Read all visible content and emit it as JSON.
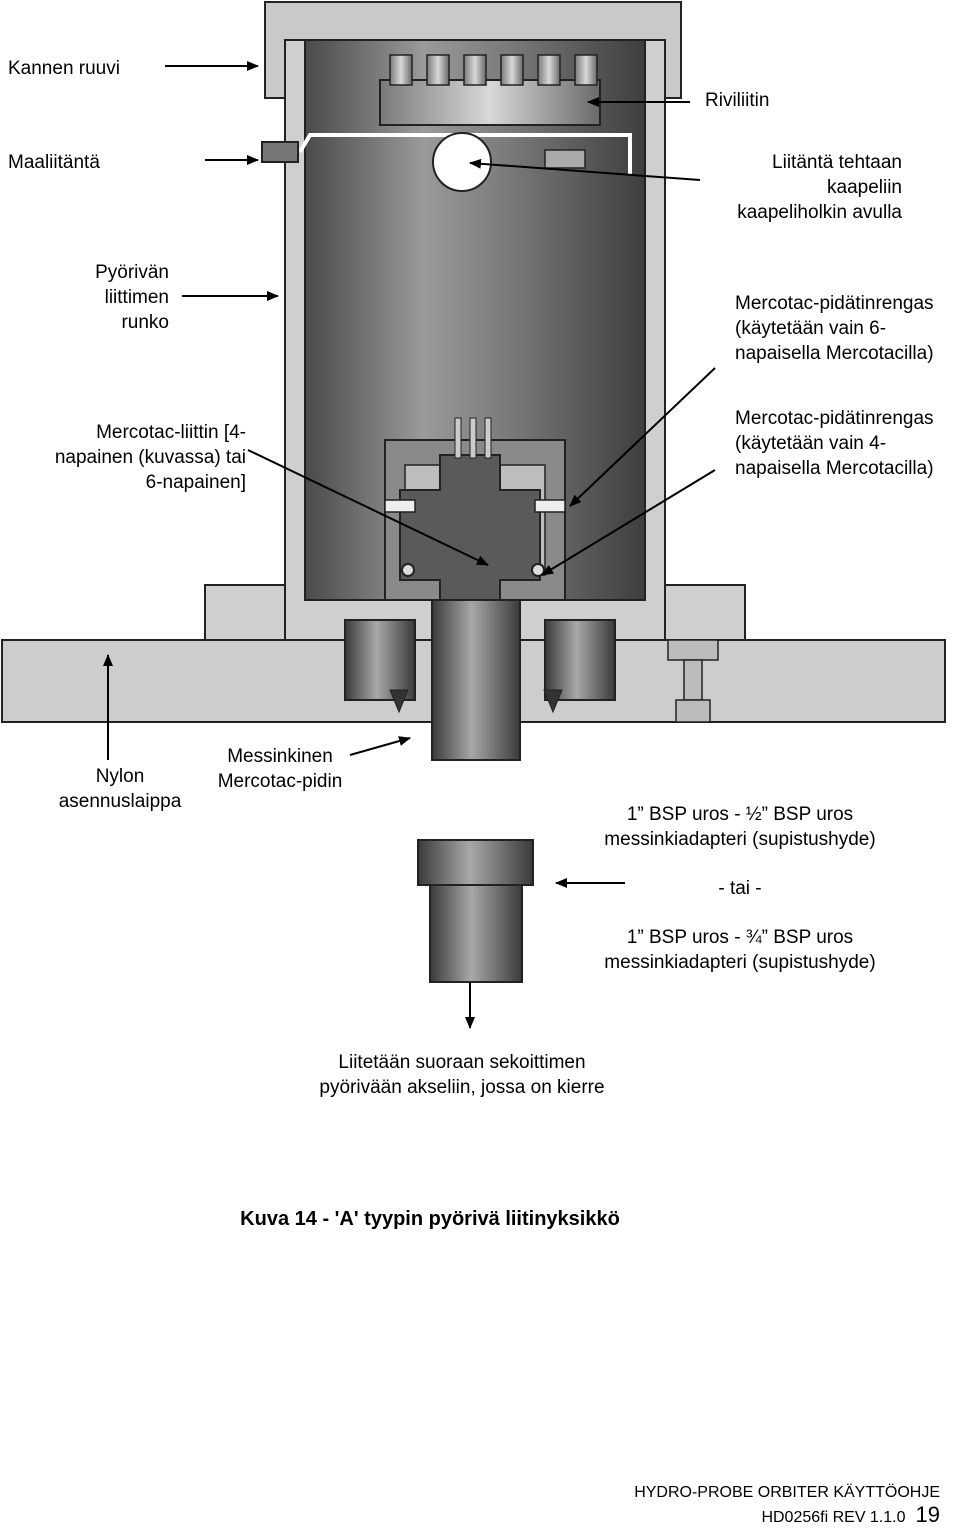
{
  "labels": {
    "kannen_ruuvi": "Kannen ruuvi",
    "maaliitanta": "Maaliitäntä",
    "pyorivan_runko": "Pyörivän\nliittimen\nrunko",
    "mercotac_liittin": "Mercotac-liittin [4-\nnapainen (kuvassa) tai\n6-napainen]",
    "riviliitin": "Riviliitin",
    "liitanta_kaapeli": "Liitäntä tehtaan\nkaapeliin\nkaapeliholkin avulla",
    "pidatinrengas_6": "Mercotac-pidätinrengas\n(käytetään vain 6-\nnapaisella Mercotacilla)",
    "pidatinrengas_4": "Mercotac-pidätinrengas\n(käytetään vain 4-\nnapaisella Mercotacilla)",
    "nylon": "Nylon\nasennuslaippa",
    "messinkinen": "Messinkinen\nMercotac-pidin",
    "adapter_half": "1” BSP uros - ½” BSP uros\nmessinkiadapteri (supistushyde)",
    "tai": "- tai -",
    "adapter_threequarter": "1” BSP uros - ¾” BSP uros\nmessinkiadapteri (supistushyde)",
    "liitetaan": "Liitetään suoraan sekoittimen\npyörivään akseliin, jossa on kierre"
  },
  "caption": "Kuva 14 - 'A' tyypin pyörivä liitinyksikkö",
  "footer": {
    "manual_title": "HYDRO-PROBE ORBITER KÄYTTÖOHJE",
    "doc_code": "HD0256fi REV 1.1.0",
    "page_number": "19"
  },
  "colors": {
    "dark_gray": "#5c5c5c",
    "mid_gray": "#8c8c8c",
    "light_gray": "#c8c8c8",
    "outline": "#222222"
  }
}
